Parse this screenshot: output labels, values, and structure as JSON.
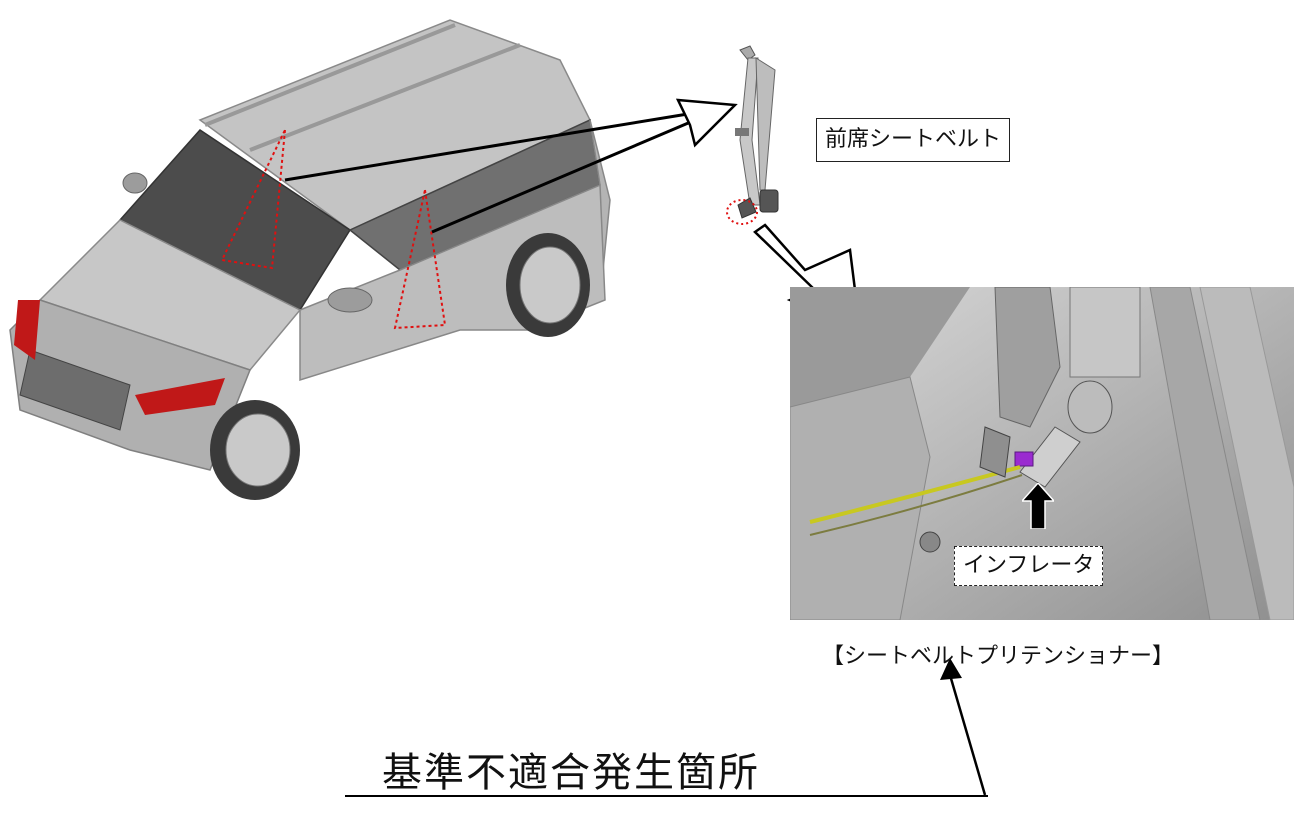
{
  "labels": {
    "front_seatbelt": "前席シートベルト",
    "inflator": "インフレータ",
    "pretensioner_caption": "【シートベルトプリテンショナー】",
    "noncompliance_location": "基準不適合発生箇所"
  },
  "colors": {
    "car_body": "#b9b9b9",
    "car_glass": "#4a4a4a",
    "taillight": "#c01818",
    "marker_dotted": "#e01010",
    "inflator_band": "#9a2bd0",
    "wire": "#c8c820"
  },
  "icons": [
    "car-illustration",
    "seatbelt-illustration",
    "pretensioner-closeup",
    "up-arrow-icon"
  ]
}
